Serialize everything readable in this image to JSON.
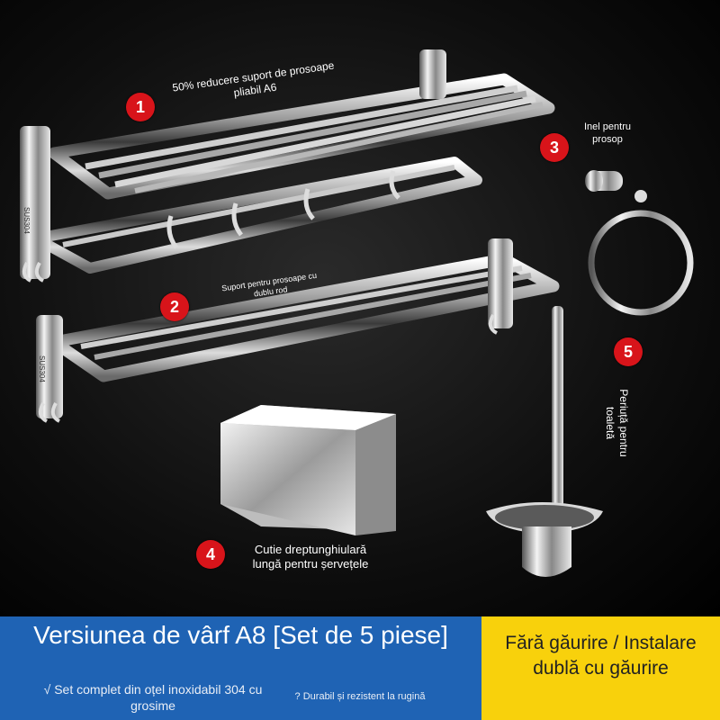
{
  "products": {
    "item1": {
      "number": "1",
      "label": "50% reducere suport de prosoape pliabil A6"
    },
    "item2": {
      "number": "2",
      "label": "Suport pentru prosoape cu dublu rod"
    },
    "item3": {
      "number": "3",
      "label": "Inel pentru prosop"
    },
    "item4": {
      "number": "4",
      "label_line1": "Cutie dreptunghiulară",
      "label_line2": "lungă pentru șervețele"
    },
    "item5": {
      "number": "5",
      "label": "Periuță pentru toaletă"
    }
  },
  "engravings": {
    "rack1": "SUS304",
    "rack2": "SUS304"
  },
  "banner": {
    "title": "Versiunea de vârf A8 [Set de 5 piese]",
    "note_left": "√ Set complet din oțel inoxidabil 304 cu grosime",
    "note_right": "? Durabil și rezistent la rugină",
    "right_text": "Fără găurire / Instalare dublă cu găurire"
  },
  "colors": {
    "badge": "#d8141a",
    "banner_blue": "#1f63b4",
    "banner_yellow": "#f8d10c"
  }
}
